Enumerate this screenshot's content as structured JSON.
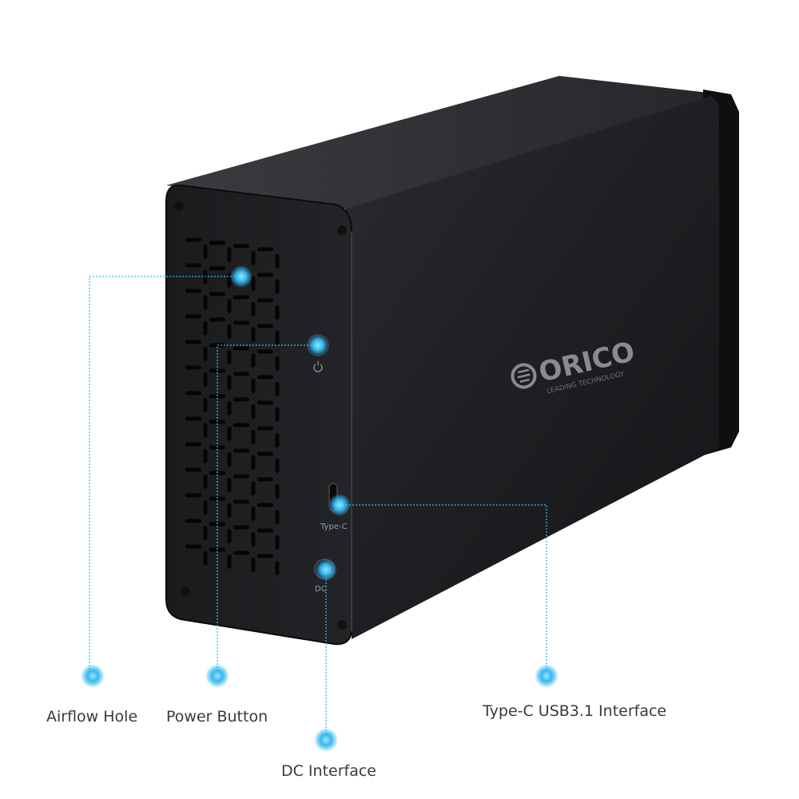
{
  "product": {
    "brand_logo_text": "ORICO",
    "brand_tagline": "LEADING TECHNOLOGY",
    "port_labels": {
      "type_c": "Type-C",
      "dc": "DC"
    }
  },
  "callouts": {
    "airflow_hole": "Airflow Hole",
    "power_button": "Power Button",
    "dc_interface": "DC Interface",
    "type_c_interface": "Type-C USB3.1 Interface"
  },
  "colors": {
    "callout_accent": "#35b8f2",
    "enclosure_body": "#1d1e20",
    "label_text": "#3a3a3a",
    "background": "#ffffff"
  },
  "icons": {
    "power": "power-icon",
    "callout_marker": "callout-dot-icon"
  }
}
